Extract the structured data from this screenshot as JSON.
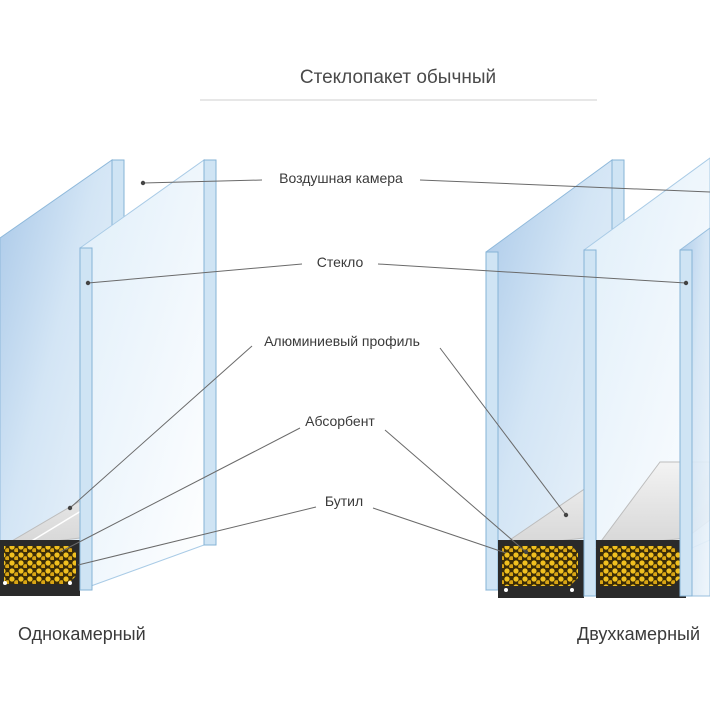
{
  "title": "Стеклопакет обычный",
  "labels": {
    "air_chamber": "Воздушная камера",
    "glass": "Стекло",
    "aluminum_profile": "Алюминиевый профиль",
    "absorbent": "Абсорбент",
    "butyl": "Бутил"
  },
  "captions": {
    "single": "Однокамерный",
    "double": "Двухкамерный"
  },
  "colors": {
    "glass": "#c9def2",
    "glass_edge": "#86b3d6",
    "absorbent": "#e2b21c",
    "butyl": "#2a2a2a",
    "profile": "#6c6c6c"
  }
}
